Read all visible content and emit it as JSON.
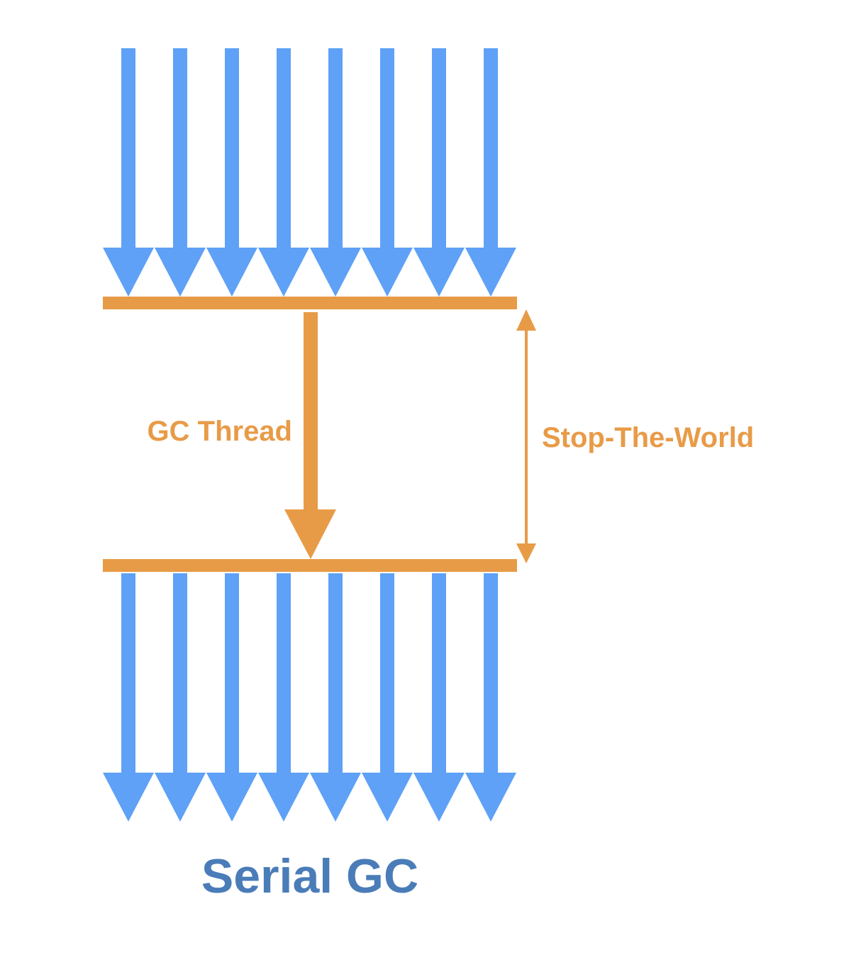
{
  "diagram": {
    "gc_thread_label": "GC Thread",
    "stop_the_world_label": "Stop-The-World",
    "title": "Serial GC"
  },
  "colors": {
    "app_thread_blue": "#5ea1f6",
    "gc_orange": "#e89b47",
    "title_blue": "#4a7cb8",
    "background": "#ffffff"
  },
  "app_threads_count": 8
}
